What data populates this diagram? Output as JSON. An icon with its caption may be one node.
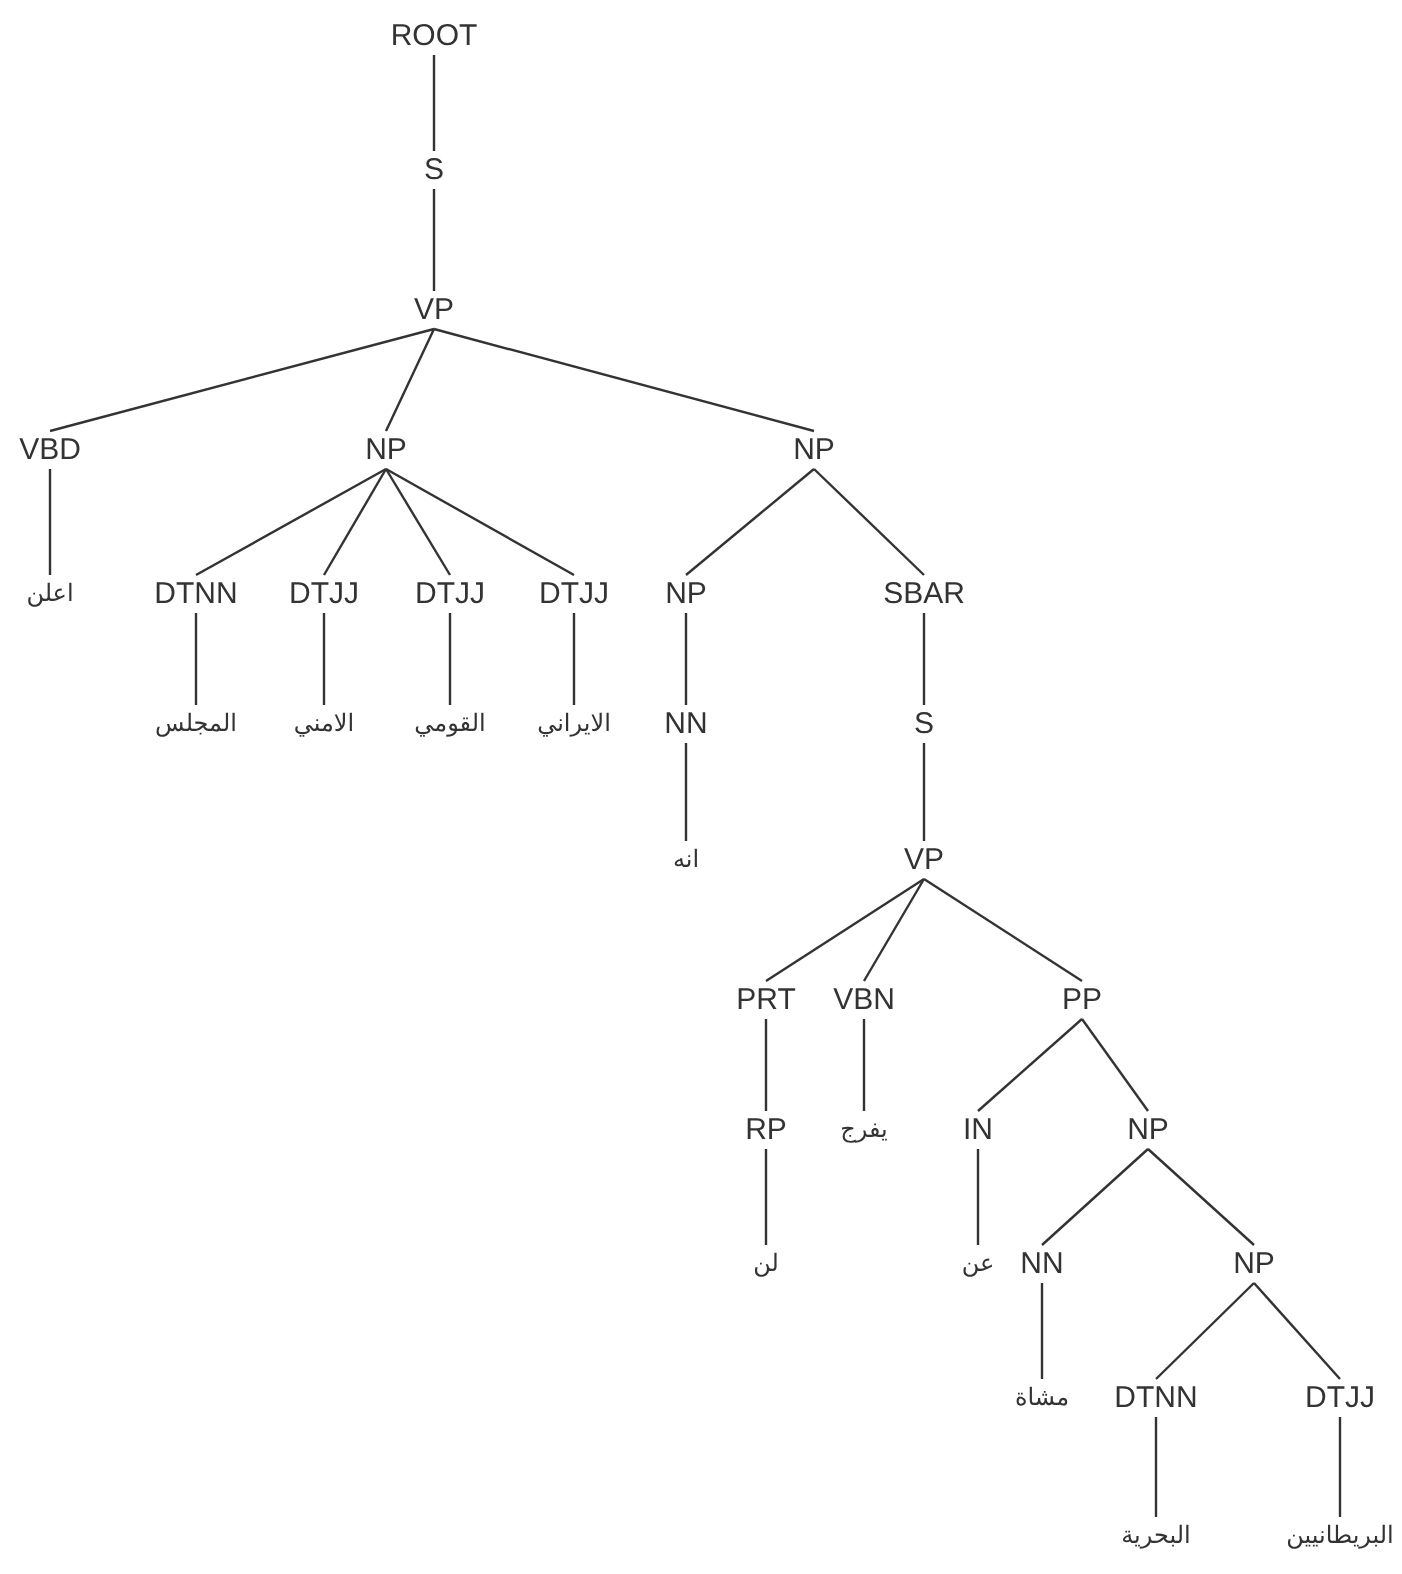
{
  "diagram": {
    "nodes": [
      {
        "text": [
          "ROOT"
        ]
      },
      {
        "text": [
          "S"
        ]
      },
      {
        "text": [
          "VP"
        ]
      },
      {
        "text": [
          "VBD"
        ]
      },
      {
        "text": [
          "NP"
        ]
      },
      {
        "text": [
          "NP"
        ]
      },
      {
        "text": [
          "اعلن"
        ]
      },
      {
        "text": [
          "DTNN"
        ]
      },
      {
        "text": [
          "DTJJ"
        ]
      },
      {
        "text": [
          "DTJJ"
        ]
      },
      {
        "text": [
          "DTJJ"
        ]
      },
      {
        "text": [
          "NP"
        ]
      },
      {
        "text": [
          "SBAR"
        ]
      },
      {
        "text": [
          "المجلس"
        ]
      },
      {
        "text": [
          "الامني"
        ]
      },
      {
        "text": [
          "القومي"
        ]
      },
      {
        "text": [
          "الايراني"
        ]
      },
      {
        "text": [
          "NN"
        ]
      },
      {
        "text": [
          "S"
        ]
      },
      {
        "text": [
          "انه"
        ]
      },
      {
        "text": [
          "VP"
        ]
      },
      {
        "text": [
          "PRT"
        ]
      },
      {
        "text": [
          "VBN"
        ]
      },
      {
        "text": [
          "PP"
        ]
      },
      {
        "text": [
          "RP"
        ]
      },
      {
        "text": [
          "يفرج"
        ]
      },
      {
        "text": [
          "IN"
        ]
      },
      {
        "text": [
          "NP"
        ]
      },
      {
        "text": [
          "لن"
        ]
      },
      {
        "text": [
          "عن"
        ]
      },
      {
        "text": [
          "NN"
        ]
      },
      {
        "text": [
          "NP"
        ]
      },
      {
        "text": [
          "مشاة"
        ]
      },
      {
        "text": [
          "DTNN"
        ]
      },
      {
        "text": [
          "DTJJ"
        ]
      },
      {
        "text": [
          "البحرية"
        ]
      },
      {
        "text": [
          "البريطانيين"
        ]
      }
    ],
    "edges": [
      {
        "from": 0,
        "to": 1,
        "arrow": "none"
      },
      {
        "from": 1,
        "to": 2,
        "arrow": "none"
      },
      {
        "from": 2,
        "to": 3,
        "arrow": "none"
      },
      {
        "from": 2,
        "to": 4,
        "arrow": "none"
      },
      {
        "from": 2,
        "to": 5,
        "arrow": "none"
      },
      {
        "from": 3,
        "to": 6,
        "arrow": "none"
      },
      {
        "from": 4,
        "to": 7,
        "arrow": "none"
      },
      {
        "from": 4,
        "to": 8,
        "arrow": "none"
      },
      {
        "from": 4,
        "to": 9,
        "arrow": "none"
      },
      {
        "from": 4,
        "to": 10,
        "arrow": "none"
      },
      {
        "from": 5,
        "to": 11,
        "arrow": "none"
      },
      {
        "from": 5,
        "to": 12,
        "arrow": "none"
      },
      {
        "from": 7,
        "to": 13,
        "arrow": "none"
      },
      {
        "from": 8,
        "to": 14,
        "arrow": "none"
      },
      {
        "from": 9,
        "to": 15,
        "arrow": "none"
      },
      {
        "from": 10,
        "to": 16,
        "arrow": "none"
      },
      {
        "from": 11,
        "to": 17,
        "arrow": "none"
      },
      {
        "from": 12,
        "to": 18,
        "arrow": "none"
      },
      {
        "from": 17,
        "to": 19,
        "arrow": "none"
      },
      {
        "from": 18,
        "to": 20,
        "arrow": "none"
      },
      {
        "from": 20,
        "to": 21,
        "arrow": "none"
      },
      {
        "from": 20,
        "to": 22,
        "arrow": "none"
      },
      {
        "from": 20,
        "to": 23,
        "arrow": "none"
      },
      {
        "from": 21,
        "to": 24,
        "arrow": "none"
      },
      {
        "from": 22,
        "to": 25,
        "arrow": "none"
      },
      {
        "from": 23,
        "to": 26,
        "arrow": "none"
      },
      {
        "from": 23,
        "to": 27,
        "arrow": "none"
      },
      {
        "from": 24,
        "to": 28,
        "arrow": "none"
      },
      {
        "from": 26,
        "to": 29,
        "arrow": "none"
      },
      {
        "from": 27,
        "to": 30,
        "arrow": "none"
      },
      {
        "from": 27,
        "to": 31,
        "arrow": "none"
      },
      {
        "from": 30,
        "to": 32,
        "arrow": "none"
      },
      {
        "from": 31,
        "to": 33,
        "arrow": "none"
      },
      {
        "from": 31,
        "to": 34,
        "arrow": "none"
      },
      {
        "from": 33,
        "to": 35,
        "arrow": "none"
      },
      {
        "from": 34,
        "to": 36,
        "arrow": "none"
      }
    ]
  }
}
